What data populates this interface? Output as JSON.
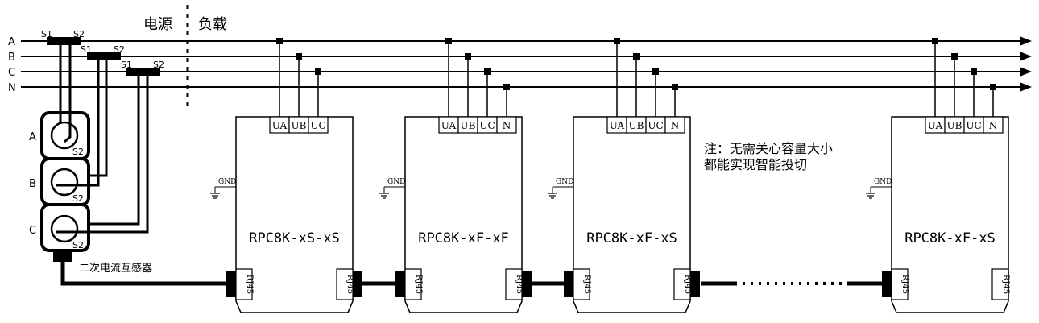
{
  "header": {
    "source_label": "电源",
    "load_label": "负载"
  },
  "phases": [
    "A",
    "B",
    "C",
    "N"
  ],
  "ct": {
    "s1": "S1",
    "s2": "S2",
    "box_labels": [
      "A",
      "B",
      "C"
    ],
    "caption": "二次电流互感器"
  },
  "units": [
    {
      "model": "RPC8K-xS-xS",
      "terminals": [
        "UA",
        "UB",
        "UC"
      ]
    },
    {
      "model": "RPC8K-xF-xF",
      "terminals": [
        "UA",
        "UB",
        "UC",
        "N"
      ]
    },
    {
      "model": "RPC8K-xF-xS",
      "terminals": [
        "UA",
        "UB",
        "UC",
        "N"
      ]
    },
    {
      "model": "RPC8K-xF-xS",
      "terminals": [
        "UA",
        "UB",
        "UC",
        "N"
      ]
    }
  ],
  "gnd_label": "GND",
  "rj45_label": "RJ45",
  "note": {
    "line1": "注：无需关心容量大小",
    "line2": "都能实现智能投切"
  },
  "colors": {
    "line": "#000000",
    "background": "#ffffff"
  }
}
